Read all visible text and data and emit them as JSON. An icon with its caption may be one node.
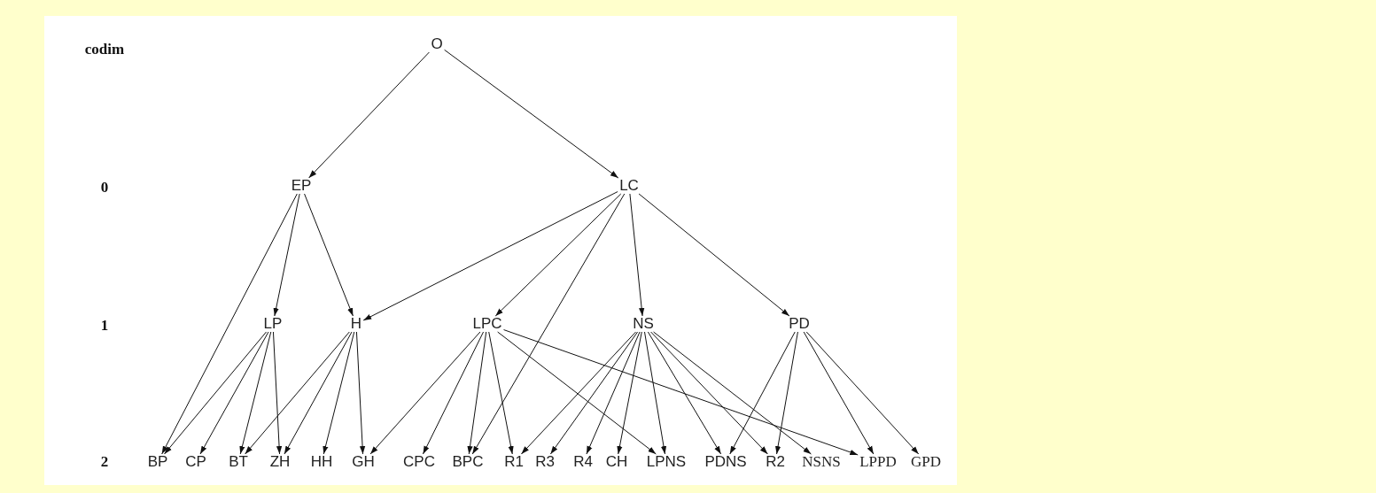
{
  "diagram": {
    "nodes": [
      {
        "text": [
          "O"
        ]
      },
      {
        "text": [
          "EP"
        ]
      },
      {
        "text": [
          "LC"
        ]
      },
      {
        "text": [
          "LP"
        ]
      },
      {
        "text": [
          "H"
        ]
      },
      {
        "text": [
          "LPC"
        ]
      },
      {
        "text": [
          "NS"
        ]
      },
      {
        "text": [
          "PD"
        ]
      },
      {
        "text": [
          "BP"
        ]
      },
      {
        "text": [
          "CP"
        ]
      },
      {
        "text": [
          "BT"
        ]
      },
      {
        "text": [
          "ZH"
        ]
      },
      {
        "text": [
          "HH"
        ]
      },
      {
        "text": [
          "GH"
        ]
      },
      {
        "text": [
          "CPC"
        ]
      },
      {
        "text": [
          "BPC"
        ]
      },
      {
        "text": [
          "R1"
        ]
      },
      {
        "text": [
          "R3"
        ]
      },
      {
        "text": [
          "R4"
        ]
      },
      {
        "text": [
          "CH"
        ]
      },
      {
        "text": [
          "LPNS"
        ]
      },
      {
        "text": [
          "PDNS"
        ]
      },
      {
        "text": [
          "R2"
        ]
      },
      {
        "text": [
          "NSNS"
        ]
      },
      {
        "text": [
          "LPPD"
        ]
      },
      {
        "text": [
          "GPD"
        ]
      }
    ],
    "edges": [
      {
        "from": 0,
        "to": 1,
        "arrow": "to"
      },
      {
        "from": 0,
        "to": 2,
        "arrow": "to"
      },
      {
        "from": 1,
        "to": 8,
        "arrow": "to"
      },
      {
        "from": 1,
        "to": 3,
        "arrow": "to"
      },
      {
        "from": 1,
        "to": 4,
        "arrow": "to"
      },
      {
        "from": 2,
        "to": 4,
        "arrow": "to"
      },
      {
        "from": 2,
        "to": 5,
        "arrow": "to"
      },
      {
        "from": 2,
        "to": 15,
        "arrow": "to"
      },
      {
        "from": 2,
        "to": 6,
        "arrow": "to"
      },
      {
        "from": 2,
        "to": 7,
        "arrow": "to"
      },
      {
        "from": 3,
        "to": 8,
        "arrow": "to"
      },
      {
        "from": 3,
        "to": 9,
        "arrow": "to"
      },
      {
        "from": 3,
        "to": 10,
        "arrow": "to"
      },
      {
        "from": 3,
        "to": 11,
        "arrow": "to"
      },
      {
        "from": 4,
        "to": 10,
        "arrow": "to"
      },
      {
        "from": 4,
        "to": 11,
        "arrow": "to"
      },
      {
        "from": 4,
        "to": 12,
        "arrow": "to"
      },
      {
        "from": 4,
        "to": 13,
        "arrow": "to"
      },
      {
        "from": 5,
        "to": 13,
        "arrow": "to"
      },
      {
        "from": 5,
        "to": 14,
        "arrow": "to"
      },
      {
        "from": 5,
        "to": 15,
        "arrow": "to"
      },
      {
        "from": 5,
        "to": 16,
        "arrow": "to"
      },
      {
        "from": 5,
        "to": 20,
        "arrow": "to"
      },
      {
        "from": 5,
        "to": 24,
        "arrow": "to"
      },
      {
        "from": 6,
        "to": 16,
        "arrow": "to"
      },
      {
        "from": 6,
        "to": 17,
        "arrow": "to"
      },
      {
        "from": 6,
        "to": 18,
        "arrow": "to"
      },
      {
        "from": 6,
        "to": 19,
        "arrow": "to"
      },
      {
        "from": 6,
        "to": 20,
        "arrow": "to"
      },
      {
        "from": 6,
        "to": 21,
        "arrow": "to"
      },
      {
        "from": 6,
        "to": 22,
        "arrow": "to"
      },
      {
        "from": 6,
        "to": 23,
        "arrow": "to"
      },
      {
        "from": 7,
        "to": 21,
        "arrow": "to"
      },
      {
        "from": 7,
        "to": 22,
        "arrow": "to"
      },
      {
        "from": 7,
        "to": 24,
        "arrow": "to"
      },
      {
        "from": 7,
        "to": 25,
        "arrow": "to"
      }
    ],
    "labels": [
      "codim",
      "0",
      "1",
      "2"
    ]
  }
}
